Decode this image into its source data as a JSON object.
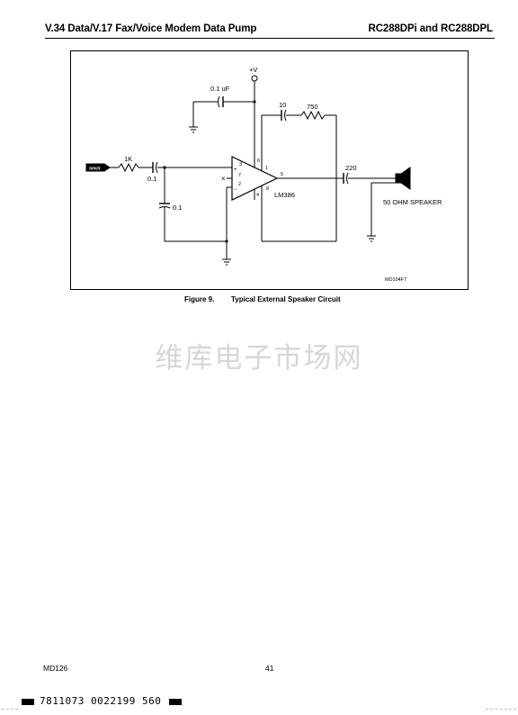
{
  "header": {
    "left_title": "V.34 Data/V.17 Fax/Voice Modem Data Pump",
    "right_title": "RC288DPi and RC288DPL"
  },
  "schematic": {
    "supply_label": "+V",
    "cap_supply_label": "0.1 uF",
    "feedback_cap_label": "10",
    "feedback_res_label": "750",
    "input_label": "SPKR",
    "input_res_label": "1K",
    "input_cap_label": "0.1",
    "shunt_cap_label": "0.1",
    "output_cap_label": "220",
    "amp_label": "LM386",
    "speaker_label": "50 OHM SPEAKER",
    "pin_labels": [
      "3",
      "6",
      "1",
      "5",
      "7",
      "2",
      "4",
      "8"
    ],
    "pin_signs": [
      "+",
      "−"
    ],
    "nc_mark": "×",
    "drawing_id": "MD104F7"
  },
  "caption": {
    "number": "Figure 9.",
    "text": "Typical External Speaker Circuit"
  },
  "watermark": "维库电子市场网",
  "footer": {
    "doc_id": "MD126",
    "page_number": "41",
    "barcode_text": "7811073 0022199 560"
  }
}
